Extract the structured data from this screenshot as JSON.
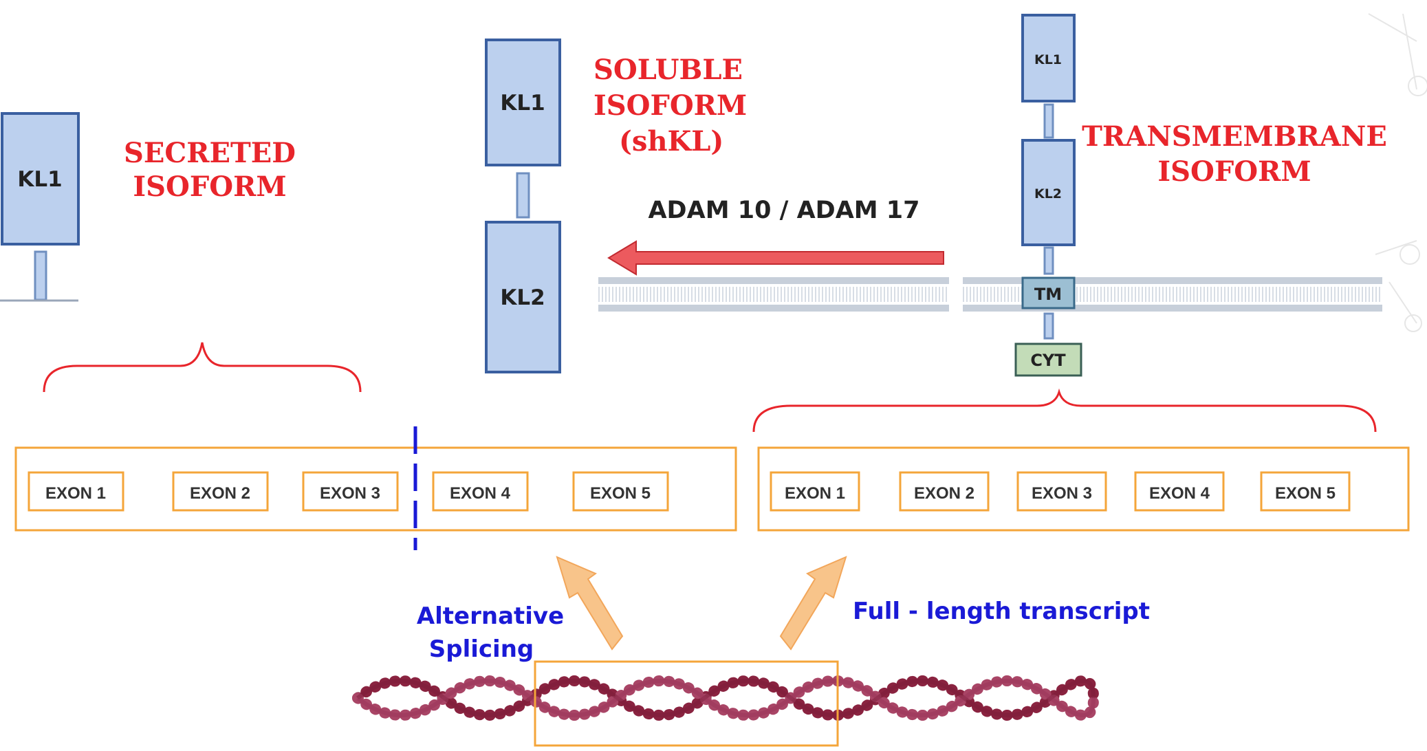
{
  "isoforms": {
    "secreted": {
      "title_line1": "SECRETED",
      "title_line2": "ISOFORM",
      "domain": "KL1"
    },
    "soluble": {
      "title_line1": "SOLUBLE",
      "title_line2": "ISOFORM",
      "title_line3": "(shKL)",
      "domain1": "KL1",
      "domain2": "KL2"
    },
    "transmembrane": {
      "title_line1": "TRANSMEMBRANE",
      "title_line2": "ISOFORM",
      "domain1": "KL1",
      "domain2": "KL2",
      "tm": "TM",
      "cyt": "CYT"
    }
  },
  "cleavage": {
    "label": "ADAM 10 / ADAM 17"
  },
  "transcripts": {
    "left_exons": [
      "EXON 1",
      "EXON 2",
      "EXON 3",
      "EXON 4",
      "EXON 5"
    ],
    "right_exons": [
      "EXON 1",
      "EXON 2",
      "EXON 3",
      "EXON 4",
      "EXON 5"
    ]
  },
  "arrows": {
    "alternative_line1": "Alternative",
    "alternative_line2": "Splicing",
    "full_length": "Full - length transcript"
  },
  "colors": {
    "domain_fill": "#bcd0ee",
    "domain_stroke": "#3a5fa0",
    "cyt_fill": "#c3dcb8",
    "tm_fill": "#9cbfd3",
    "exon_border": "#f4a53a",
    "label_red": "#e8252b",
    "label_blue": "#1a1ad6",
    "dna": "#8a2340"
  }
}
